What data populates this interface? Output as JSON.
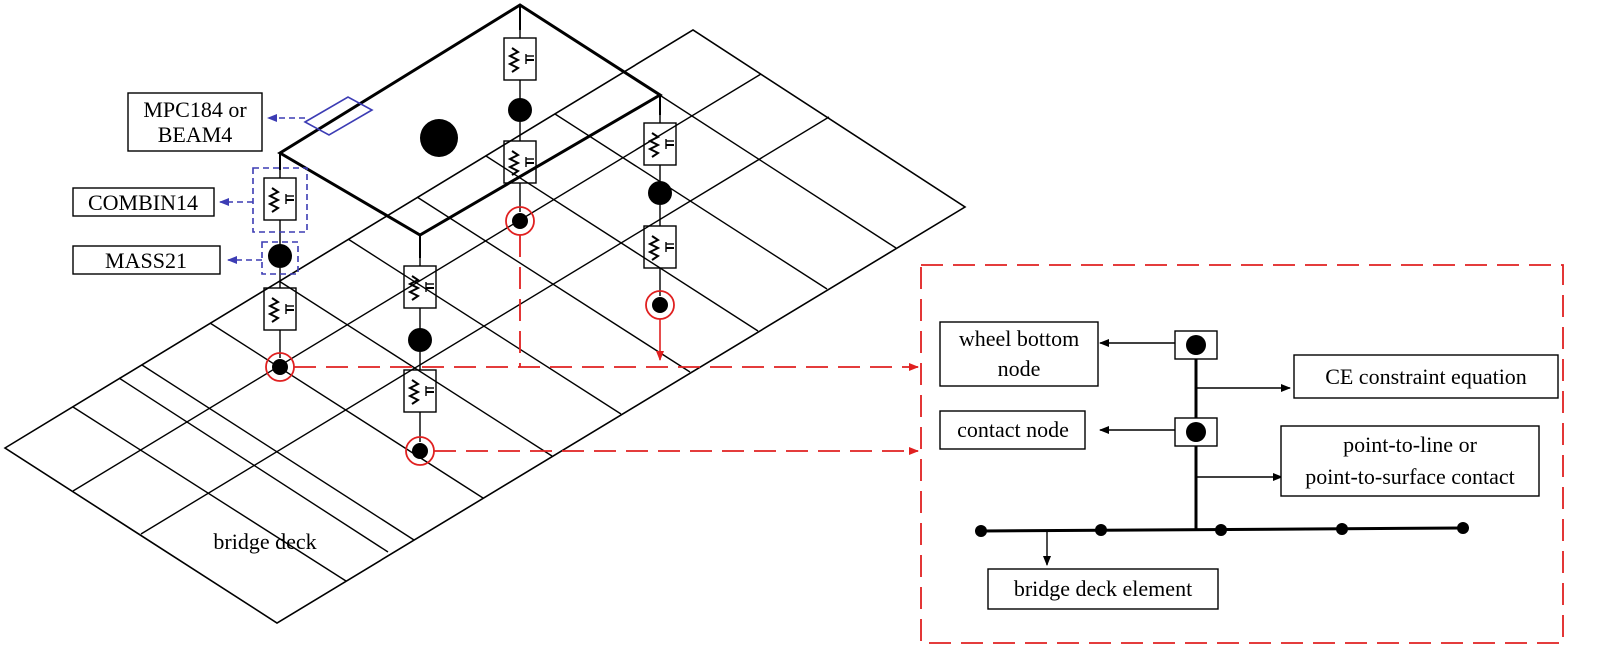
{
  "labels": {
    "mpc184_line1": "MPC184 or",
    "mpc184_line2": "BEAM4",
    "combin14": "COMBIN14",
    "mass21": "MASS21",
    "bridge_deck": "bridge deck",
    "wheel_bottom_line1": "wheel bottom",
    "wheel_bottom_line2": "node",
    "ce_constraint": "CE constraint equation",
    "contact_node": "contact node",
    "p2l_line1": "point-to-line or",
    "p2l_line2": "point-to-surface contact",
    "bridge_deck_element": "bridge deck element"
  },
  "colors": {
    "annotation_blue": "#3c3cb4",
    "detail_red": "#e02020",
    "line_black": "#000000"
  }
}
